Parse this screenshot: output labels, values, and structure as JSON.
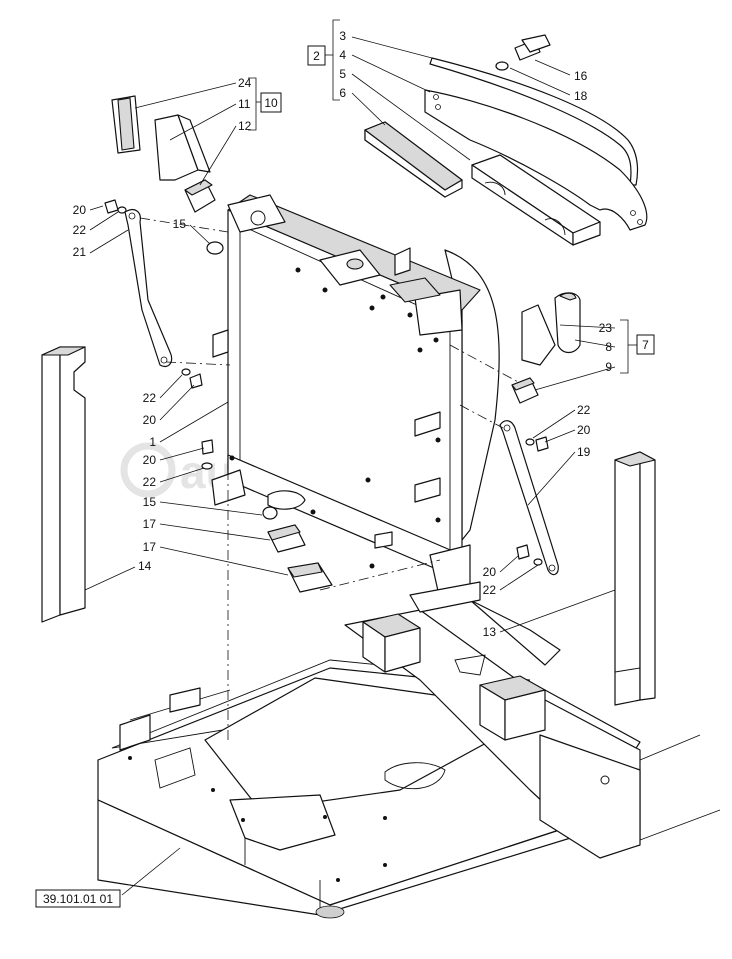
{
  "watermark": "autopiter.ru",
  "reference_code": "39.101.01 01",
  "group_boxes": {
    "box_2": "2",
    "box_10": "10",
    "box_7": "7"
  },
  "callouts": {
    "c3": "3",
    "c4": "4",
    "c5": "5",
    "c6": "6",
    "c16": "16",
    "c18": "18",
    "c24": "24",
    "c11": "11",
    "c12": "12",
    "c20a": "20",
    "c22a": "22",
    "c21": "21",
    "c15a": "15",
    "c22b": "22",
    "c20b": "20",
    "c1": "1",
    "c20c": "20",
    "c22c": "22",
    "c15b": "15",
    "c17a": "17",
    "c17b": "17",
    "c14": "14",
    "c23": "23",
    "c8": "8",
    "c9": "9",
    "c22d": "22",
    "c20d": "20",
    "c19": "19",
    "c20e": "20",
    "c22e": "22",
    "c13": "13"
  }
}
